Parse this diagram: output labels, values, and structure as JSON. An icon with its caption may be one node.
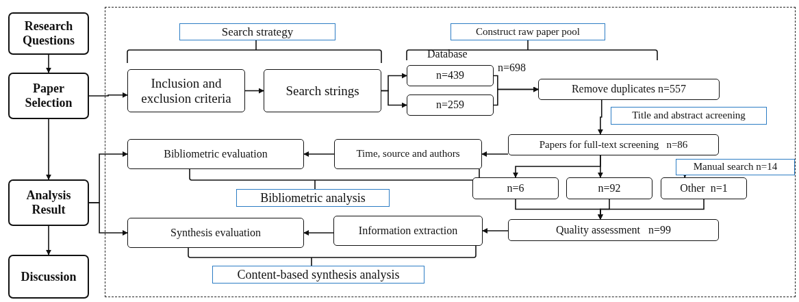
{
  "diagram": {
    "nodes": [
      {
        "text": [
          "Research Questions"
        ]
      },
      {
        "text": [
          "Paper Selection"
        ]
      },
      {
        "text": [
          "Analysis Result"
        ]
      },
      {
        "text": [
          "Discussion"
        ]
      },
      {
        "text": [
          "Search strategy"
        ]
      },
      {
        "text": [
          "Inclusion and exclusion criteria"
        ]
      },
      {
        "text": [
          "Search strings"
        ]
      },
      {
        "text": [
          "Construct raw paper pool"
        ]
      },
      {
        "text": [
          "n=439"
        ]
      },
      {
        "text": [
          "n=259"
        ]
      },
      {
        "text": [
          "Remove duplicates n=557"
        ]
      },
      {
        "text": [
          "Title and abstract acreening"
        ]
      },
      {
        "text": [
          "Papers for full-text screening   n=86"
        ]
      },
      {
        "text": [
          "Time, source and authors"
        ]
      },
      {
        "text": [
          "Bibliometric evaluation"
        ]
      },
      {
        "text": [
          "Bibliometric analysis"
        ]
      },
      {
        "text": [
          "Manual search n=14"
        ]
      },
      {
        "text": [
          "n=6"
        ]
      },
      {
        "text": [
          "n=92"
        ]
      },
      {
        "text": [
          "Other  n=1"
        ]
      },
      {
        "text": [
          "Quality assessment   n=99"
        ]
      },
      {
        "text": [
          "Information extraction"
        ]
      },
      {
        "text": [
          "Synthesis evaluation"
        ]
      },
      {
        "text": [
          "Content-based synthesis analysis"
        ]
      }
    ],
    "edges": [
      {
        "from": 0,
        "to": 1,
        "arrow": "to"
      },
      {
        "from": 1,
        "to": 2,
        "arrow": "to"
      },
      {
        "from": 2,
        "to": 3,
        "arrow": "to"
      },
      {
        "from": 1,
        "to": 5,
        "arrow": "to"
      },
      {
        "from": 5,
        "to": 6,
        "arrow": "to"
      },
      {
        "from": 6,
        "to": 8,
        "arrow": "to"
      },
      {
        "from": 6,
        "to": 9,
        "arrow": "to"
      },
      {
        "from": 8,
        "to": 10,
        "arrow": "to"
      },
      {
        "from": 9,
        "to": 10,
        "arrow": "to"
      },
      {
        "from": 10,
        "to": 12,
        "arrow": "to"
      },
      {
        "from": 12,
        "to": 13,
        "arrow": "to"
      },
      {
        "from": 13,
        "to": 14,
        "arrow": "to"
      },
      {
        "from": 12,
        "to": 17,
        "arrow": "to"
      },
      {
        "from": 12,
        "to": 18,
        "arrow": "to"
      },
      {
        "from": 16,
        "to": 19,
        "arrow": "to"
      },
      {
        "from": 17,
        "to": 20,
        "arrow": "to"
      },
      {
        "from": 18,
        "to": 20,
        "arrow": "to"
      },
      {
        "from": 19,
        "to": 20,
        "arrow": "to"
      },
      {
        "from": 20,
        "to": 21,
        "arrow": "to"
      },
      {
        "from": 21,
        "to": 22,
        "arrow": "to"
      },
      {
        "from": 2,
        "to": 14,
        "arrow": "to"
      },
      {
        "from": 2,
        "to": 22,
        "arrow": "to"
      }
    ],
    "labels": [
      "Database",
      "n=698"
    ]
  }
}
